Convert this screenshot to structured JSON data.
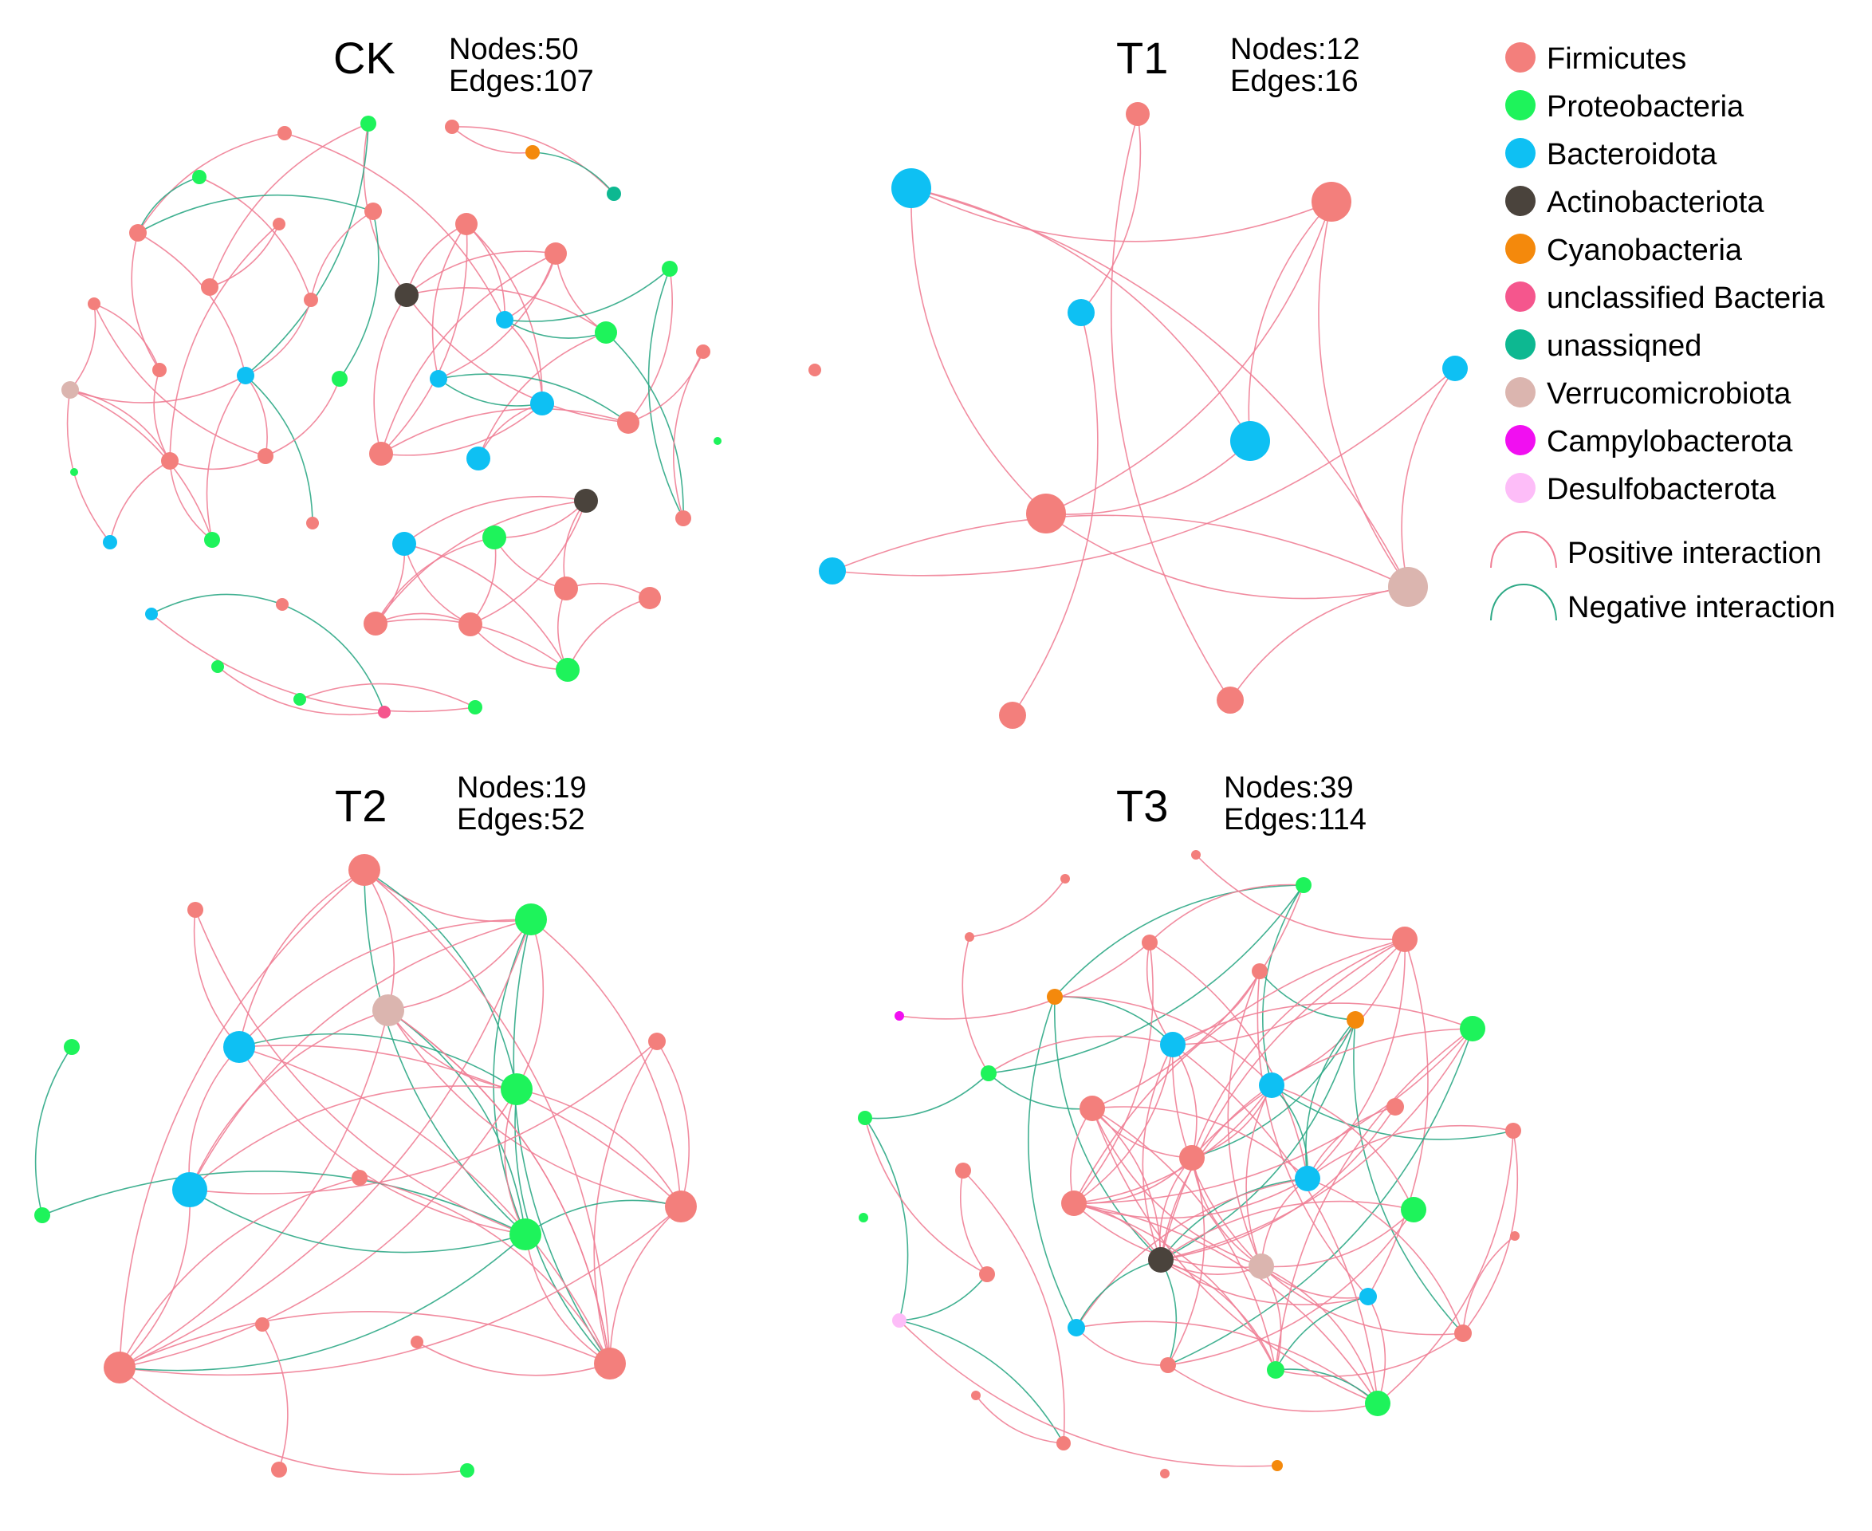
{
  "colors": {
    "Firmicutes": "#f37f7c",
    "Proteobacteria": "#1ef35b",
    "Bacteroidota": "#0ec0f3",
    "Actinobacteriota": "#4a433c",
    "Cyanobacteria": "#f4890c",
    "unclassified Bacteria": "#f5568d",
    "unassiqned": "#0db891",
    "Verrucomicrobiota": "#dbb5af",
    "Campylobacterota": "#f10ff1",
    "Desulfobacterota": "#fdbdf8",
    "positive": "#f07f96",
    "negative": "#2ea986"
  },
  "panels": [
    {
      "id": "ck",
      "title": "CK",
      "nodes_label": "Nodes:50",
      "edges_label": "Edges:107",
      "nodes": 50,
      "edges": 107
    },
    {
      "id": "t1",
      "title": "T1",
      "nodes_label": "Nodes:12",
      "edges_label": "Edges:16",
      "nodes": 12,
      "edges": 16
    },
    {
      "id": "t2",
      "title": "T2",
      "nodes_label": "Nodes:19",
      "edges_label": "Edges:52",
      "nodes": 19,
      "edges": 52
    },
    {
      "id": "t3",
      "title": "T3",
      "nodes_label": "Nodes:39",
      "edges_label": "Edges:114",
      "nodes": 39,
      "edges": 114
    }
  ],
  "legend": {
    "phyla": [
      {
        "label": "Firmicutes",
        "color": "#f37f7c"
      },
      {
        "label": "Proteobacteria",
        "color": "#1ef35b"
      },
      {
        "label": "Bacteroidota",
        "color": "#0ec0f3"
      },
      {
        "label": "Actinobacteriota",
        "color": "#4a433c"
      },
      {
        "label": "Cyanobacteria",
        "color": "#f4890c"
      },
      {
        "label": "unclassified Bacteria",
        "color": "#f5568d"
      },
      {
        "label": "unassiqned",
        "color": "#0db891"
      },
      {
        "label": "Verrucomicrobiota",
        "color": "#dbb5af"
      },
      {
        "label": "Campylobacterota",
        "color": "#f10ff1"
      },
      {
        "label": "Desulfobacterota",
        "color": "#fdbdf8"
      }
    ],
    "positive_label": "Positive interaction",
    "negative_label": "Negative interaction"
  }
}
